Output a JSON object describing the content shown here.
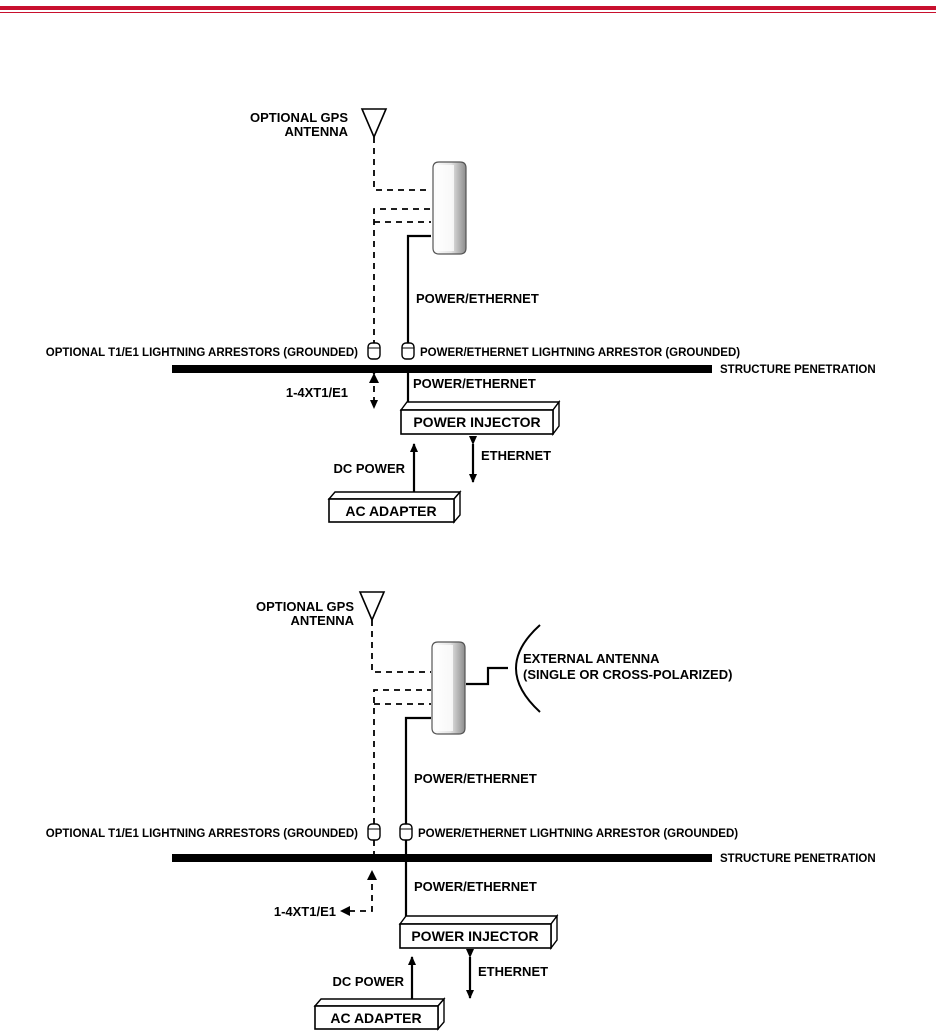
{
  "colors": {
    "header_rule": "#c8102e",
    "ink": "#000000"
  },
  "diagram1": {
    "gps_label_1": "OPTIONAL GPS",
    "gps_label_2": "ANTENNA",
    "power_ethernet_upper": "POWER/ETHERNET",
    "t1_arrestors": "OPTIONAL T1/E1 LIGHTNING ARRESTORS (GROUNDED)",
    "pe_arrestor": "POWER/ETHERNET LIGHTNING ARRESTOR (GROUNDED)",
    "structure_penetration": "STRUCTURE PENETRATION",
    "power_ethernet_lower": "POWER/ETHERNET",
    "t1e1": "1-4XT1/E1",
    "power_injector": "POWER INJECTOR",
    "dc_power": "DC POWER",
    "ethernet": "ETHERNET",
    "ac_adapter": "AC ADAPTER"
  },
  "diagram2": {
    "gps_label_1": "OPTIONAL GPS",
    "gps_label_2": "ANTENNA",
    "external_antenna_1": "EXTERNAL ANTENNA",
    "external_antenna_2": "(SINGLE OR CROSS-POLARIZED)",
    "power_ethernet_upper": "POWER/ETHERNET",
    "t1_arrestors": "OPTIONAL T1/E1 LIGHTNING ARRESTORS (GROUNDED)",
    "pe_arrestor": "POWER/ETHERNET LIGHTNING ARRESTOR (GROUNDED)",
    "structure_penetration": "STRUCTURE PENETRATION",
    "power_ethernet_lower": "POWER/ETHERNET",
    "t1e1": "1-4XT1/E1",
    "power_injector": "POWER INJECTOR",
    "dc_power": "DC POWER",
    "ethernet": "ETHERNET",
    "ac_adapter": "AC ADAPTER"
  }
}
